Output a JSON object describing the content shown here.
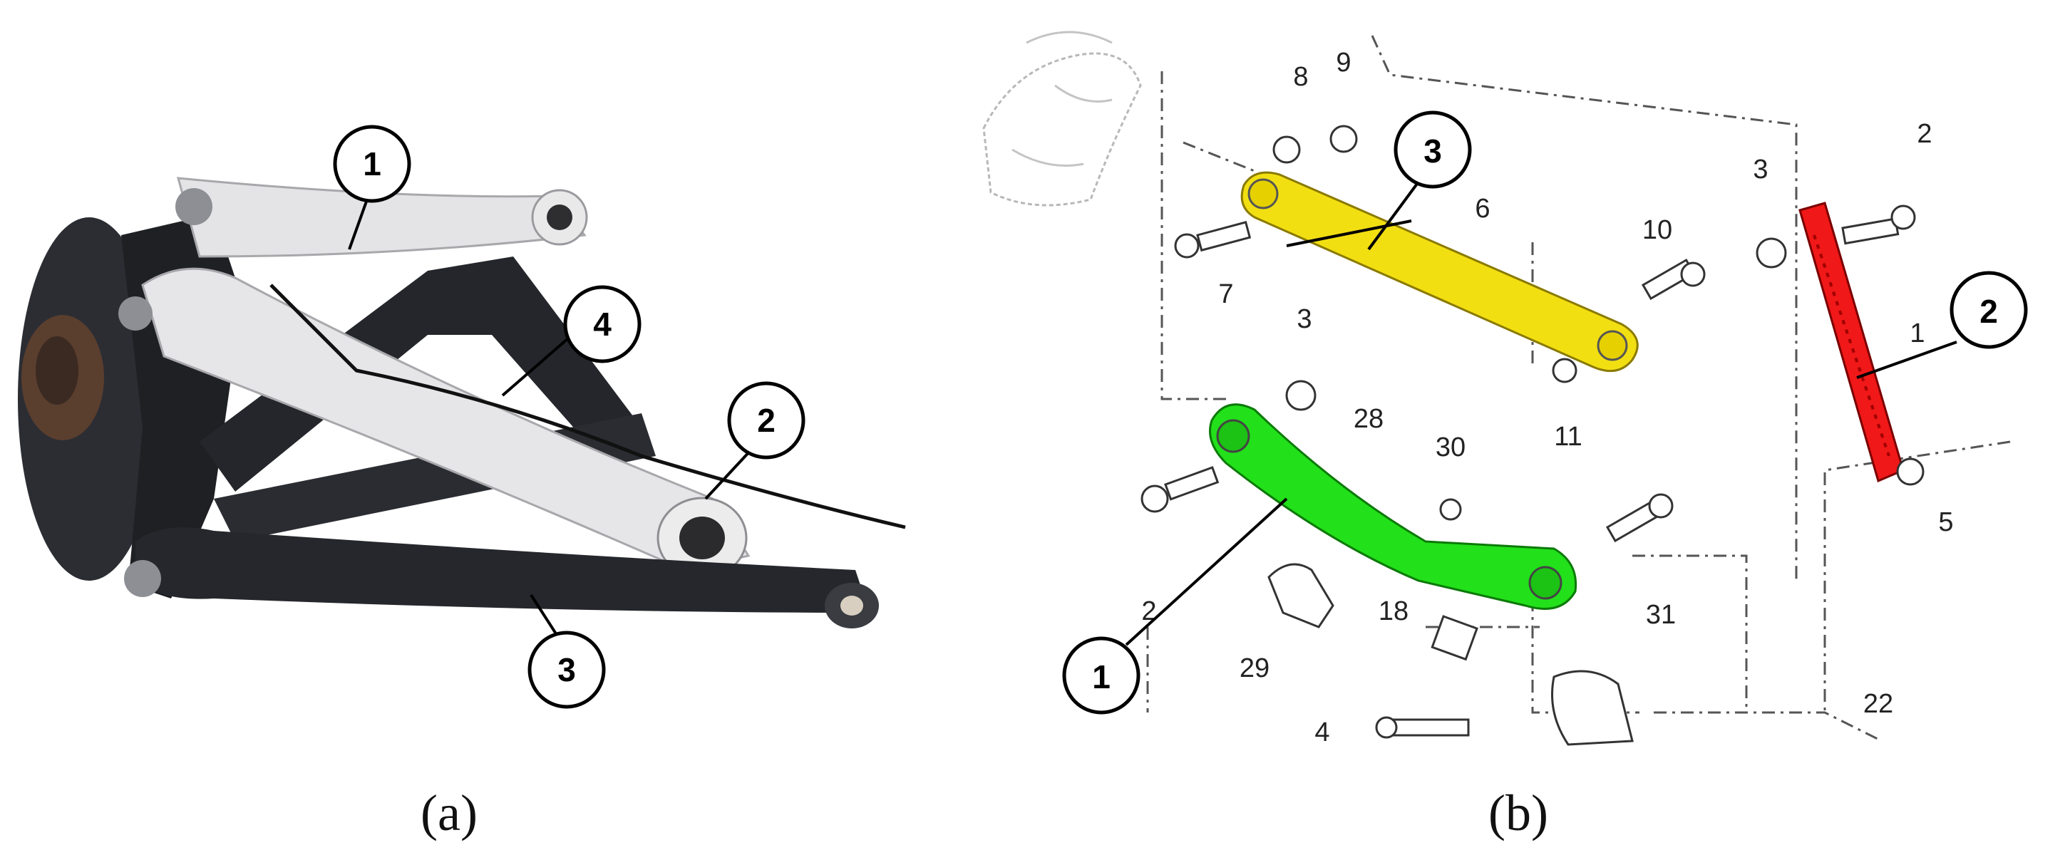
{
  "panel_a": {
    "caption": "(a)",
    "callouts": [
      "1",
      "2",
      "3",
      "4"
    ]
  },
  "panel_b": {
    "caption": "(b)",
    "callouts": [
      "1",
      "2",
      "3"
    ],
    "part_numbers": [
      "8",
      "9",
      "6",
      "3",
      "10",
      "2",
      "7",
      "3",
      "1",
      "28",
      "30",
      "11",
      "5",
      "2",
      "18",
      "31",
      "29",
      "22",
      "4"
    ]
  },
  "colors": {
    "arm_1": "#22e01a",
    "arm_2": "#f01818",
    "arm_3": "#f2df12"
  }
}
